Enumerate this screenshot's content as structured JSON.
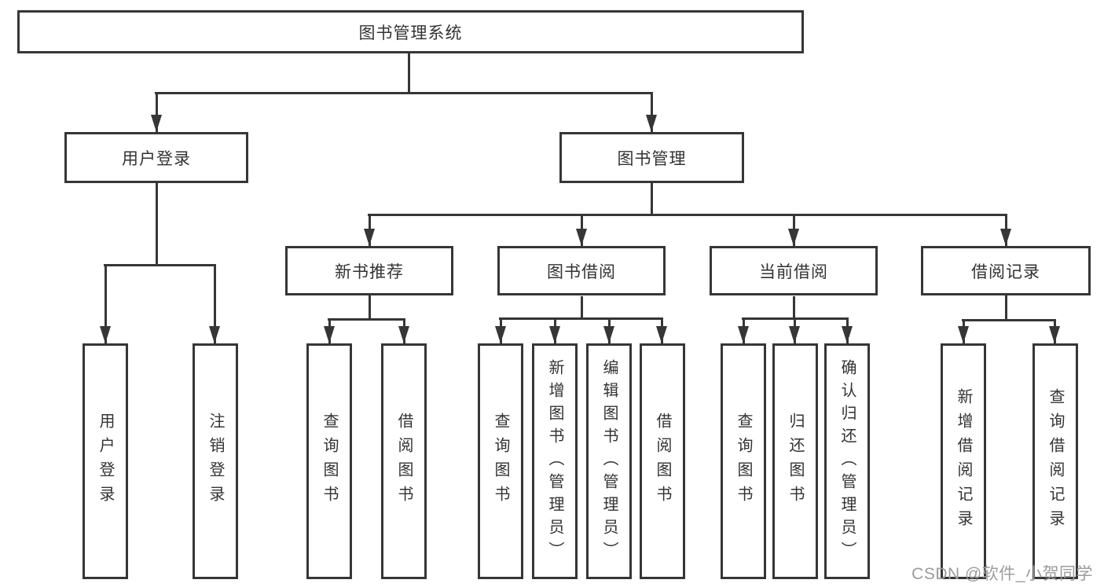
{
  "diagram": {
    "root": {
      "label": "图书管理系统"
    },
    "level2": [
      {
        "label": "用户登录"
      },
      {
        "label": "图书管理"
      }
    ],
    "level3": [
      {
        "label": "新书推荐"
      },
      {
        "label": "图书借阅"
      },
      {
        "label": "当前借阅"
      },
      {
        "label": "借阅记录"
      }
    ],
    "leaves": {
      "user_login": [
        "用户登录",
        "注销登录"
      ],
      "new_books": [
        "查询图书",
        "借阅图书"
      ],
      "book_borrow": [
        "查询图书",
        "新增图书（管理员）",
        "编辑图书（管理员）",
        "借阅图书"
      ],
      "current_borrow": [
        "查询图书",
        "归还图书",
        "确认归还（管理员）"
      ],
      "borrow_records": [
        "新增借阅记录",
        "查询借阅记录"
      ]
    }
  },
  "watermark": {
    "text": "CSDN @软件_小贺同学"
  },
  "colors": {
    "line": "#363636",
    "text": "#333333",
    "watermark": "#9c9c9c",
    "background": "#ffffff"
  }
}
